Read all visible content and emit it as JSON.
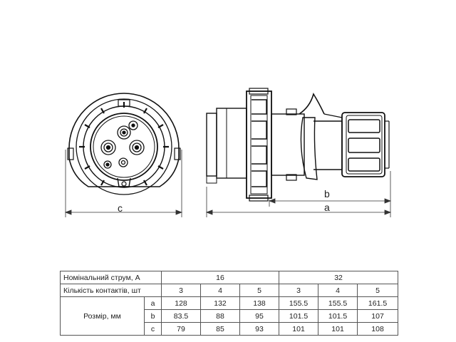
{
  "drawing": {
    "front_view_dimension_label": "c",
    "side_view_dimension_labels": {
      "b": "b",
      "a": "a"
    }
  },
  "spec_table": {
    "current_label": "Номінальний струм, А",
    "contacts_label": "Кількість контактів, шт",
    "size_label": "Розмір, мм",
    "current_groups": [
      "16",
      "32"
    ],
    "contacts": [
      "3",
      "4",
      "5",
      "3",
      "4",
      "5"
    ],
    "rows": [
      {
        "dim": "a",
        "values": [
          "128",
          "132",
          "138",
          "155.5",
          "155.5",
          "161.5"
        ]
      },
      {
        "dim": "b",
        "values": [
          "83.5",
          "88",
          "95",
          "101.5",
          "101.5",
          "107"
        ]
      },
      {
        "dim": "c",
        "values": [
          "79",
          "85",
          "93",
          "101",
          "101",
          "108"
        ]
      }
    ]
  }
}
